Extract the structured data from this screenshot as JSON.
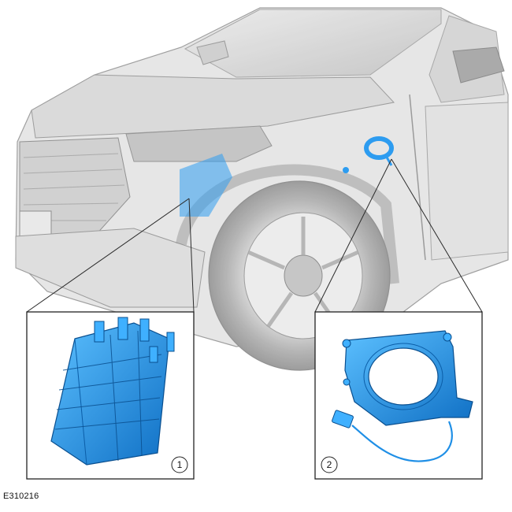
{
  "figure_id": "E310216",
  "callouts": [
    {
      "number": "1",
      "icon": "module-component-icon",
      "color": "#1f8fe6"
    },
    {
      "number": "2",
      "icon": "ring-sensor-icon",
      "color": "#1f8fe6"
    }
  ],
  "colors": {
    "highlight_blue": "#1f8fe6",
    "vehicle_gray": "#9a9a9a",
    "frame": "#222222",
    "background": "#ffffff"
  }
}
